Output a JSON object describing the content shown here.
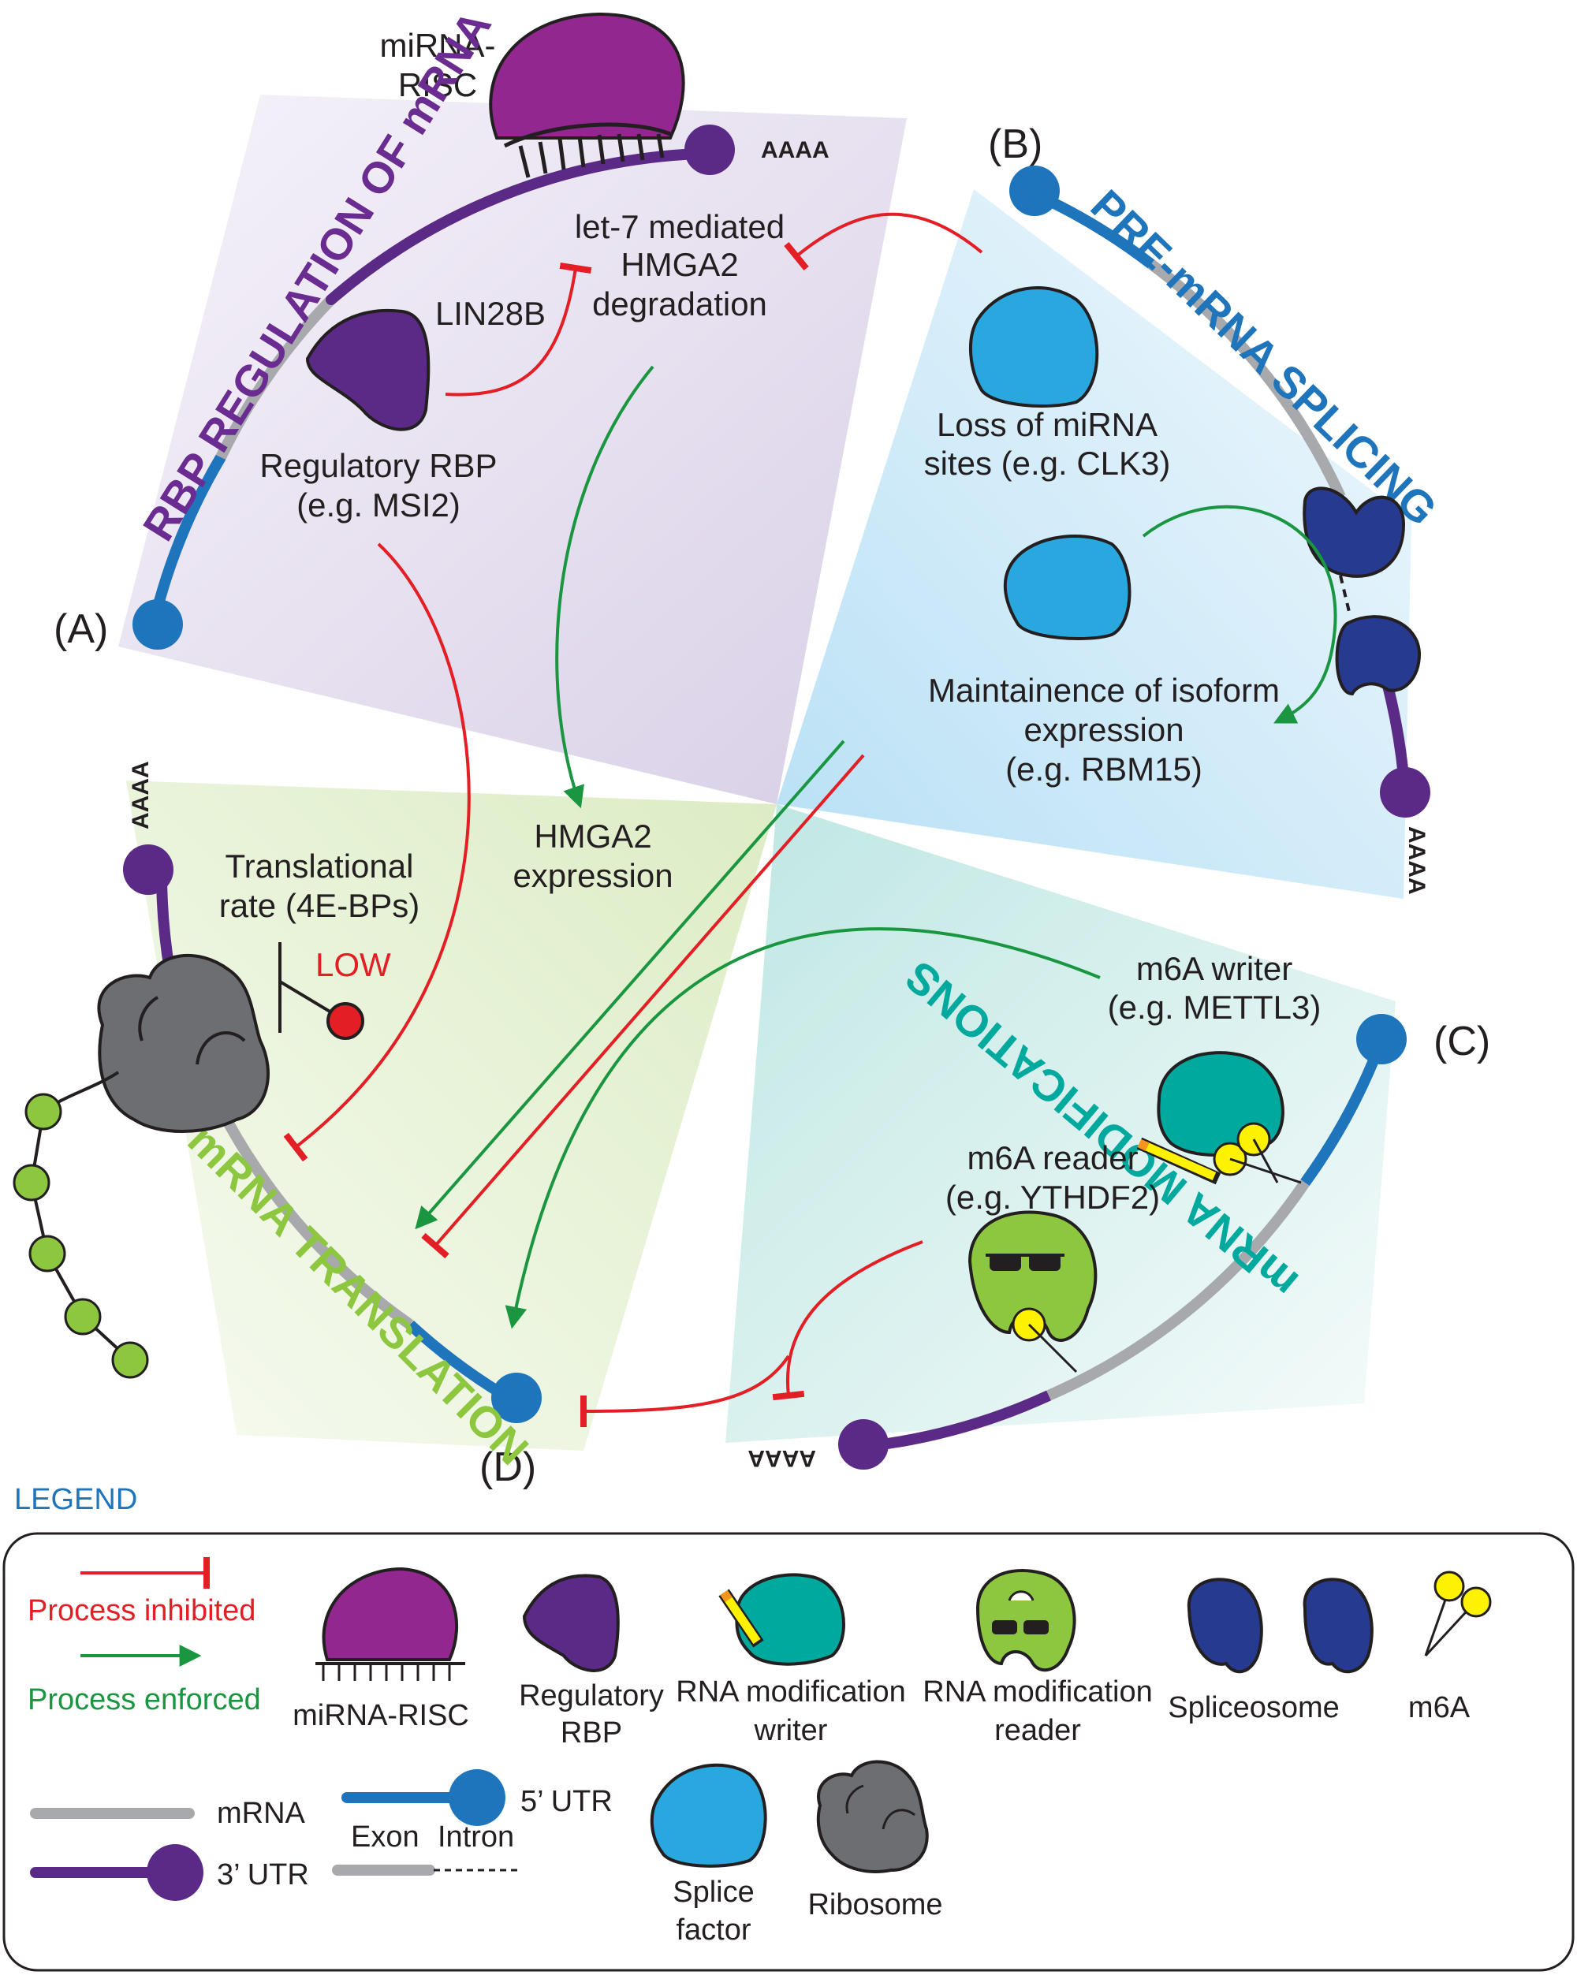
{
  "panels": {
    "a": "(A)",
    "b": "(B)",
    "c": "(C)",
    "d": "(D)"
  },
  "section_titles": {
    "rbp": "RBP REGULATION OF mRNA",
    "splicing": "PRE-mRNA SPLICING",
    "modifications": "mRNA MODIFICATIONS",
    "translation": "mRNA TRANSLATION"
  },
  "polyA": "AAAA",
  "labels": {
    "mirna_risc_line1": "miRNA-",
    "mirna_risc_line2": "RISC",
    "let7_line1": "let-7 mediated",
    "let7_line2": "HMGA2",
    "let7_line3": "degradation",
    "lin28b": "LIN28B",
    "reg_rbp_line1": "Regulatory RBP",
    "reg_rbp_line2": "(e.g. MSI2)",
    "loss_line1": "Loss of miRNA",
    "loss_line2": "sites (e.g. CLK3)",
    "maint_line1": "Maintainence of isoform",
    "maint_line2": "expression",
    "maint_line3": "(e.g. RBM15)",
    "hmga2_line1": "HMGA2",
    "hmga2_line2": "expression",
    "trans_line1": "Translational",
    "trans_line2": "rate  (4E-BPs)",
    "low": "LOW",
    "writer_line1": "m6A writer",
    "writer_line2": "(e.g. METTL3)",
    "reader_line1": "m6A reader",
    "reader_line2": "(e.g. YTHDF2)"
  },
  "legend": {
    "title": "LEGEND",
    "inhibited": "Process inhibited",
    "enforced": "Process enforced",
    "mirna_risc": "miRNA-RISC",
    "reg_rbp_line1": "Regulatory",
    "reg_rbp_line2": "RBP",
    "writer_line1": "RNA modification",
    "writer_line2": "writer",
    "reader_line1": "RNA modification",
    "reader_line2": "reader",
    "spliceosome": "Spliceosome",
    "m6a": "m6A",
    "mrna": "mRNA",
    "utr5": "5’ UTR",
    "utr3": "3’ UTR",
    "exon": "Exon",
    "intron": "Intron",
    "splice_line1": "Splice",
    "splice_line2": "factor",
    "ribosome": "Ribosome"
  },
  "colors": {
    "inhibit": "#e31e24",
    "enforce": "#1a9641",
    "purple_rbp": "#5b2a86",
    "magenta_risc": "#92278f",
    "blue_utr": "#1f75bb",
    "splice_factor": "#29a8e0",
    "spliceosome": "#263a8f",
    "teal_writer": "#00a99d",
    "green_reader": "#8dc63f",
    "mrna_gray": "#a7a9ac",
    "ribosome_gray": "#6d6e71",
    "m6a_yellow": "#fff200"
  }
}
